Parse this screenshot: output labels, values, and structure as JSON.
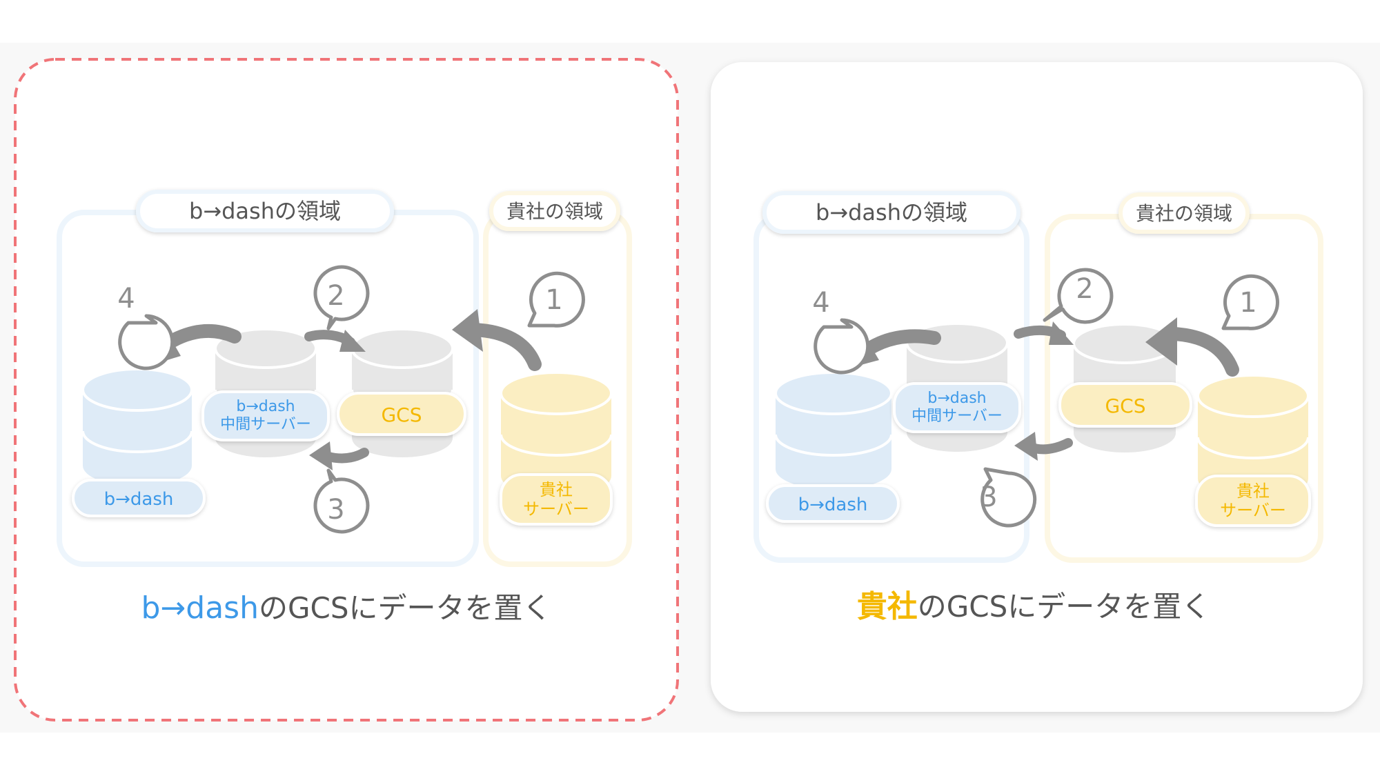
{
  "colors": {
    "blue": "#3d99e8",
    "blue_fill": "#deebf7",
    "blue_region": "#edf5fc",
    "yellow": "#f4b800",
    "yellow_fill": "#fbeec2",
    "yellow_region": "#fdf7e4",
    "gray_db": "#e7e7e7",
    "gray_arrow": "#8e8e8e",
    "text_gray": "#555555",
    "selection": "#f07478"
  },
  "panels": {
    "left": {
      "region_bdash_label": "b→dashの領域",
      "region_client_label": "貴社の領域",
      "db_bdash_label": "b→dash",
      "db_middle_label_line1": "b→dash",
      "db_middle_label_line2": "中間サーバー",
      "db_gcs_label": "GCS",
      "db_client_label_line1": "貴社",
      "db_client_label_line2": "サーバー",
      "step1": "1",
      "step2": "2",
      "step3": "3",
      "step4": "4",
      "caption_highlight": "b→dash",
      "caption_rest": "のGCSにデータを置く"
    },
    "right": {
      "region_bdash_label": "b→dashの領域",
      "region_client_label": "貴社の領域",
      "db_bdash_label": "b→dash",
      "db_middle_label_line1": "b→dash",
      "db_middle_label_line2": "中間サーバー",
      "db_gcs_label": "GCS",
      "db_client_label_line1": "貴社",
      "db_client_label_line2": "サーバー",
      "step1": "1",
      "step2": "2",
      "step3": "3",
      "step4": "4",
      "caption_highlight": "貴社",
      "caption_rest": "のGCSにデータを置く"
    }
  }
}
